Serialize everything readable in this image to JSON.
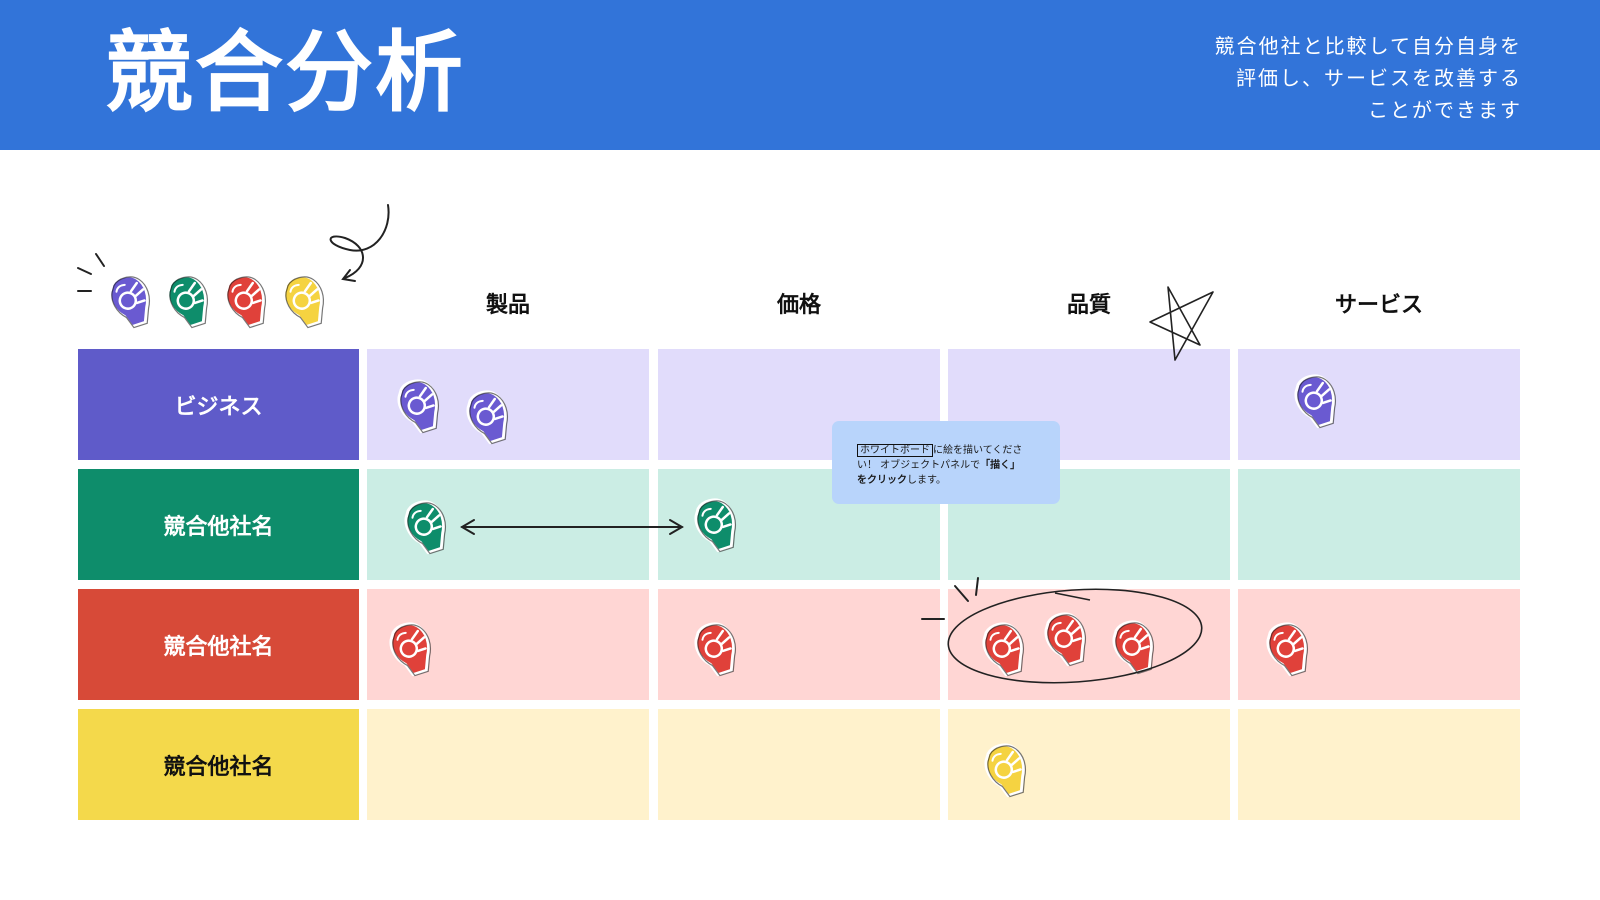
{
  "header": {
    "title": "競合分析",
    "subtitle_lines": [
      "競合他社と比較して自分自身を",
      "評価し、サービスを改善する",
      "ことができます"
    ]
  },
  "columns": [
    "製品",
    "価格",
    "品質",
    "サービス"
  ],
  "rows": [
    {
      "label": "ビジネス",
      "color": "#5f5bc9",
      "fill": "#e1dcfb",
      "hand": "#6a5ad1"
    },
    {
      "label": "競合他社名",
      "color": "#0e8d6b",
      "fill": "#cbede4",
      "hand": "#0e8d6b"
    },
    {
      "label": "競合他社名",
      "color": "#d74a38",
      "fill": "#ffd6d4",
      "hand": "#e0413a"
    },
    {
      "label": "競合他社名",
      "color": "#f4d94b",
      "fill": "#fff2cc",
      "hand": "#f5d341"
    }
  ],
  "note": {
    "boxed": "ホワイトボード",
    "text1": "に絵を描いてくださ",
    "text2": "い！ オブジェクトパネルで",
    "bold1": "「描く」",
    "bold2": "をクリック",
    "text3": "します。"
  },
  "icons": {
    "hand": "ok-hand-icon",
    "star": "star-doodle",
    "arrow": "double-arrow-doodle",
    "loop": "curly-arrow-doodle"
  }
}
